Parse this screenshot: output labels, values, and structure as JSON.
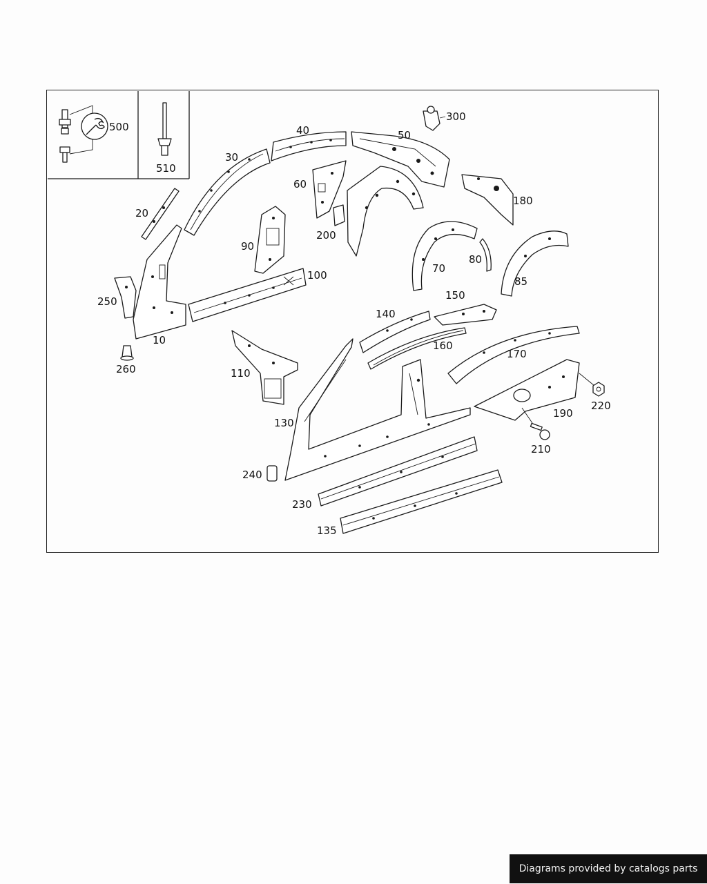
{
  "callouts": {
    "c10": "10",
    "c20": "20",
    "c30": "30",
    "c40": "40",
    "c50": "50",
    "c60": "60",
    "c70": "70",
    "c80": "80",
    "c85": "85",
    "c90": "90",
    "c100": "100",
    "c110": "110",
    "c130": "130",
    "c135": "135",
    "c140": "140",
    "c150": "150",
    "c160": "160",
    "c170": "170",
    "c180": "180",
    "c190": "190",
    "c200": "200",
    "c210": "210",
    "c220": "220",
    "c230": "230",
    "c240": "240",
    "c250": "250",
    "c260": "260",
    "c300": "300",
    "c500": "500",
    "c510": "510"
  },
  "footer": {
    "credit": "Diagrams provided by catalogs parts"
  }
}
